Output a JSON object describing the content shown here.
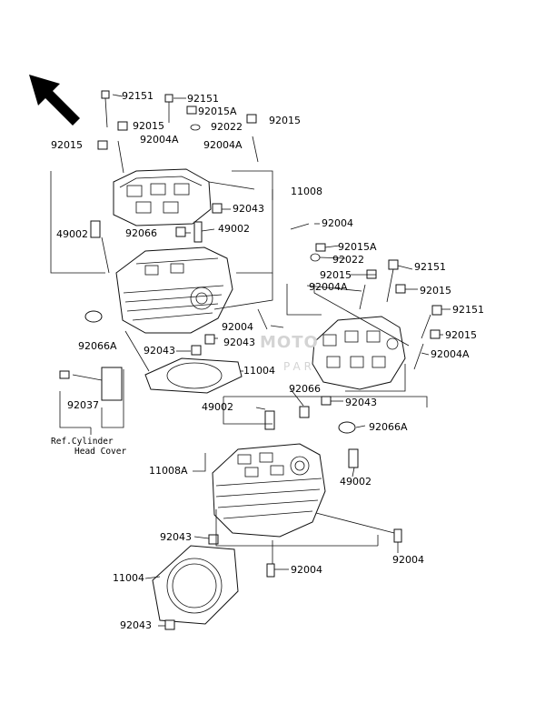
{
  "labels": {
    "p92151_a": "92151",
    "p92151_b": "92151",
    "p92151_c": "92151",
    "p92151_d": "92151",
    "p92015_a": "92015",
    "p92015_b": "92015",
    "p92015_c": "92015",
    "p92015_d": "92015",
    "p92015_e": "92015",
    "p92015_f": "92015",
    "p92015a_a": "92015A",
    "p92015a_b": "92015A",
    "p92022_a": "92022",
    "p92022_b": "92022",
    "p92004a_a": "92004A",
    "p92004a_b": "92004A",
    "p92004a_c": "92004A",
    "p92004a_d": "92004A",
    "p11008": "11008",
    "p11008a": "11008A",
    "p92043_a": "92043",
    "p92043_b": "92043",
    "p92043_c": "92043",
    "p92043_d": "92043",
    "p92043_e": "92043",
    "p92043_f": "92043",
    "p49002_a": "49002",
    "p49002_b": "49002",
    "p49002_c": "49002",
    "p49002_d": "49002",
    "p92066_a": "92066",
    "p92066_b": "92066",
    "p92066a_a": "92066A",
    "p92066a_b": "92066A",
    "p92004_a": "92004",
    "p92004_b": "92004",
    "p92004_c": "92004",
    "p92004_d": "92004",
    "p11004_a": "11004",
    "p11004_b": "11004",
    "p92037": "92037"
  },
  "reference_note": {
    "line1": "Ref.Cylinder",
    "line2": "Head Cover"
  },
  "watermark": {
    "brand": "MOTO",
    "sub": "PAR"
  },
  "colors": {
    "line": "#111111",
    "watermark": "#d4d4d4"
  }
}
